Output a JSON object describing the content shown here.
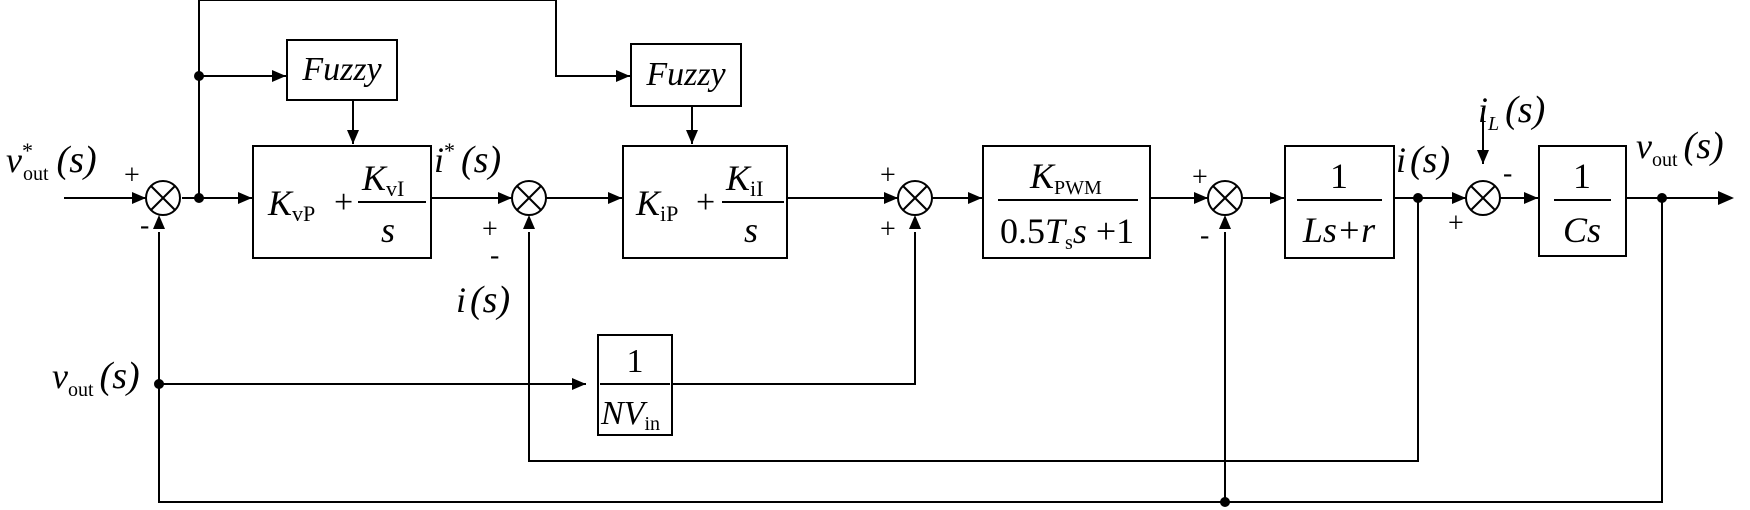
{
  "blocks": {
    "fuzzy_voltage": {
      "text": "Fuzzy"
    },
    "fuzzy_current": {
      "text": "Fuzzy"
    },
    "pi_voltage": {
      "k_p": "K",
      "k_p_sub": "vP",
      "plus": "+",
      "k_i": "K",
      "k_i_sub": "vI",
      "den": "s"
    },
    "pi_current": {
      "k_p": "K",
      "k_p_sub": "iP",
      "plus": "+",
      "k_i": "K",
      "k_i_sub": "iI",
      "den": "s"
    },
    "pwm": {
      "num": "K",
      "num_sub": "PWM",
      "den_a": "0.5",
      "den_t": "T",
      "den_t_sub": "s",
      "den_s": "s",
      "den_tail": " +1"
    },
    "inductor": {
      "num": "1",
      "den": "Ls+r"
    },
    "capacitor": {
      "num": "1",
      "den": "Cs"
    },
    "feedforward": {
      "num": "1",
      "den": "NV",
      "den_sub": "in"
    }
  },
  "signals": {
    "vout_ref": {
      "sym": "v",
      "sup": "*",
      "sub": "out",
      "arg": "(s)"
    },
    "i_ref": {
      "sym": "i",
      "sup": "*",
      "arg": "(s)"
    },
    "i_fb": {
      "sym": "i",
      "arg": "(s)"
    },
    "vout_fb": {
      "sym": "v",
      "sub": "out",
      "arg": "(s)"
    },
    "i_out": {
      "sym": "i",
      "arg": "(s)"
    },
    "i_load": {
      "sym": "i",
      "sub": "L",
      "arg": "(s)"
    },
    "vout": {
      "sym": "v",
      "sub": "out",
      "arg": "(s)"
    }
  },
  "signs": {
    "sum1_plus": "+",
    "sum1_minus": "-",
    "sum2_plus": "+",
    "sum2_minus": "-",
    "sum3_plus_top": "+",
    "sum3_plus_bottom": "+",
    "sum4_plus": "+",
    "sum4_minus": "-",
    "sum5_plus": "+",
    "sum5_minus": "-"
  }
}
